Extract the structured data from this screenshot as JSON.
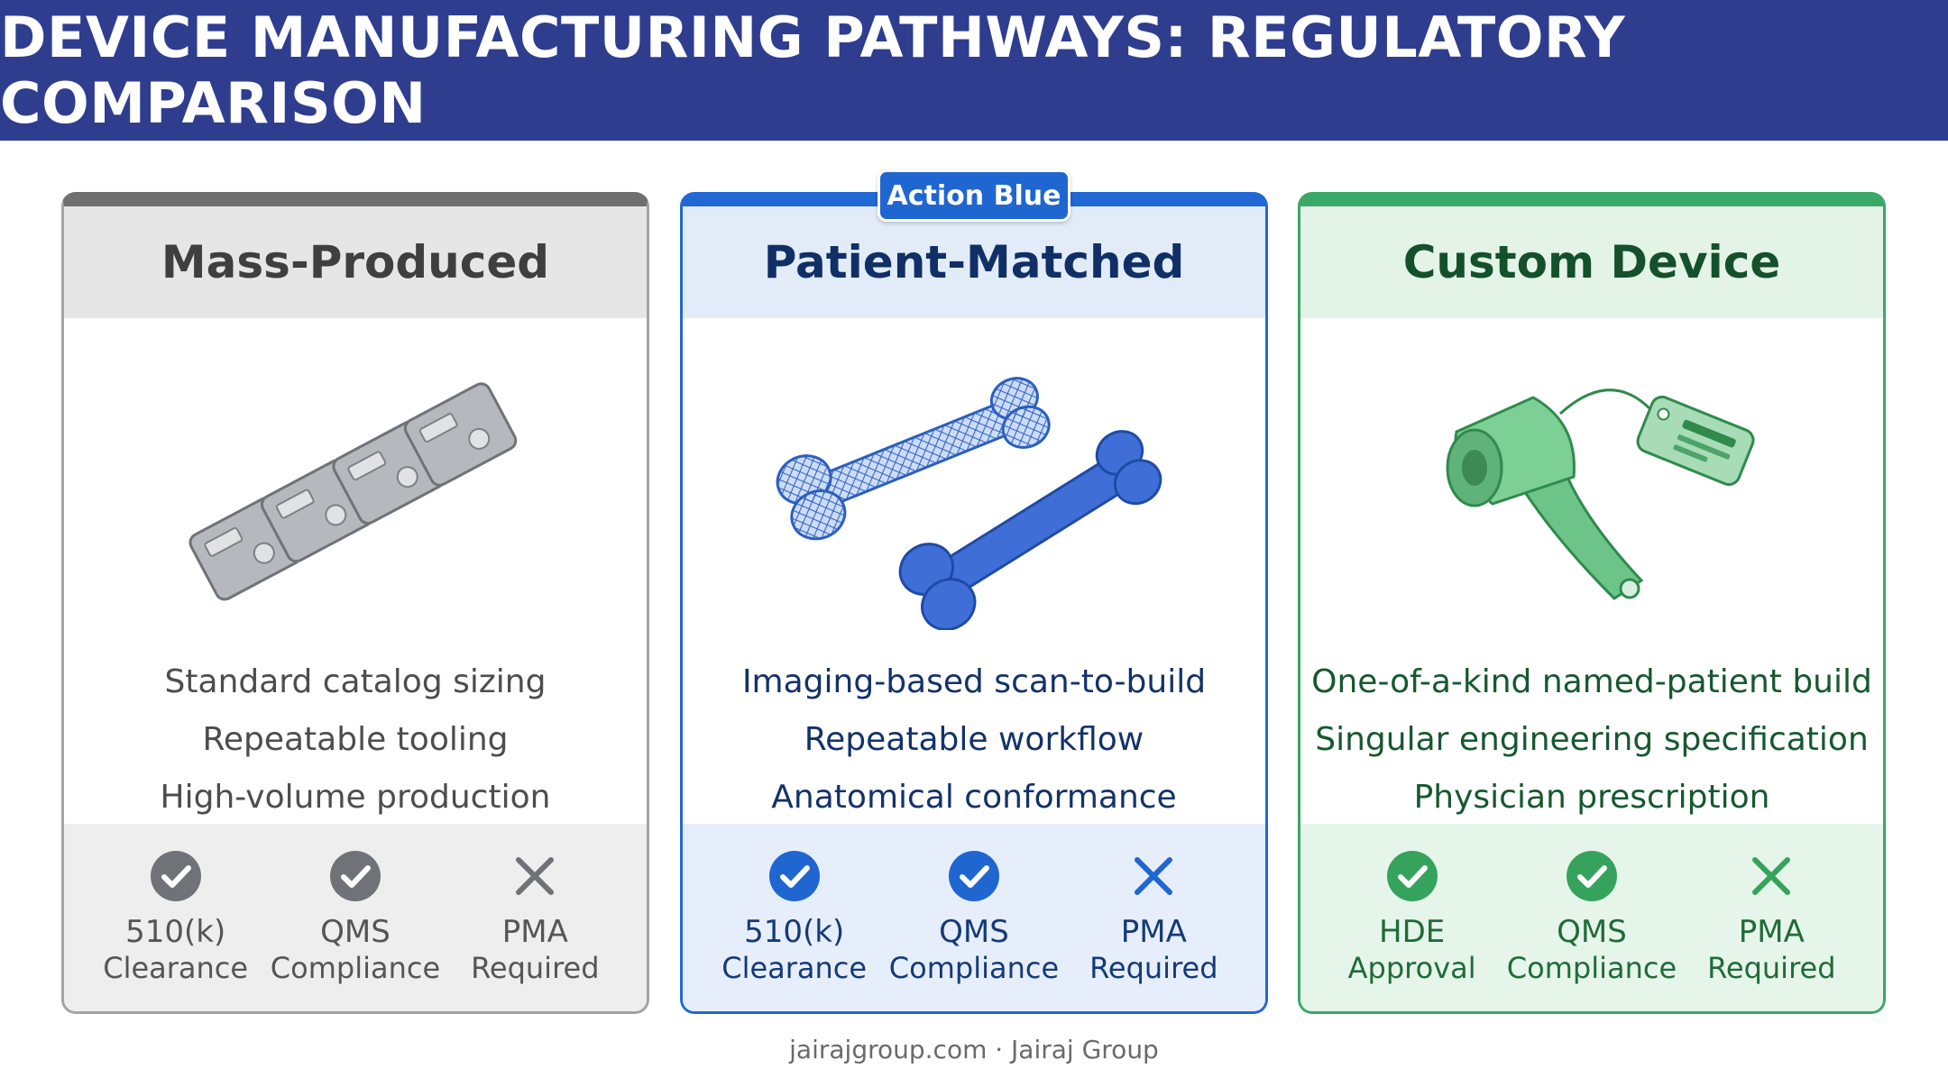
{
  "title": "DEVICE MANUFACTURING PATHWAYS: REGULATORY COMPARISON",
  "badge": "Action Blue",
  "cards": [
    {
      "title": "Mass-Produced",
      "illustration": "stacked-metal-plates",
      "bullets": [
        "Standard catalog sizing",
        "Repeatable tooling",
        "High-volume production"
      ],
      "items": [
        {
          "icon": "check-circle",
          "line1": "510(k)",
          "line2": "Clearance"
        },
        {
          "icon": "check-circle",
          "line1": "QMS",
          "line2": "Compliance"
        },
        {
          "icon": "x-mark",
          "line1": "PMA",
          "line2": "Required"
        }
      ]
    },
    {
      "title": "Patient-Matched",
      "illustration": "femur-bones",
      "bullets": [
        "Imaging-based scan-to-build",
        "Repeatable workflow",
        "Anatomical conformance"
      ],
      "items": [
        {
          "icon": "check-circle",
          "line1": "510(k)",
          "line2": "Clearance"
        },
        {
          "icon": "check-circle",
          "line1": "QMS",
          "line2": "Compliance"
        },
        {
          "icon": "x-mark",
          "line1": "PMA",
          "line2": "Required"
        }
      ]
    },
    {
      "title": "Custom Device",
      "illustration": "tagged-implant",
      "bullets": [
        "One-of-a-kind named-patient build",
        "Singular engineering specification",
        "Physician prescription"
      ],
      "items": [
        {
          "icon": "check-circle",
          "line1": "HDE",
          "line2": "Approval"
        },
        {
          "icon": "check-circle",
          "line1": "QMS",
          "line2": "Compliance"
        },
        {
          "icon": "x-mark",
          "line1": "PMA",
          "line2": "Required"
        }
      ]
    }
  ],
  "colors": {
    "header": "#2f3d8f",
    "grey": "#6f7378",
    "blue": "#1f66d1",
    "green": "#35a35c"
  },
  "footer": "jairajgroup.com · Jairaj Group"
}
